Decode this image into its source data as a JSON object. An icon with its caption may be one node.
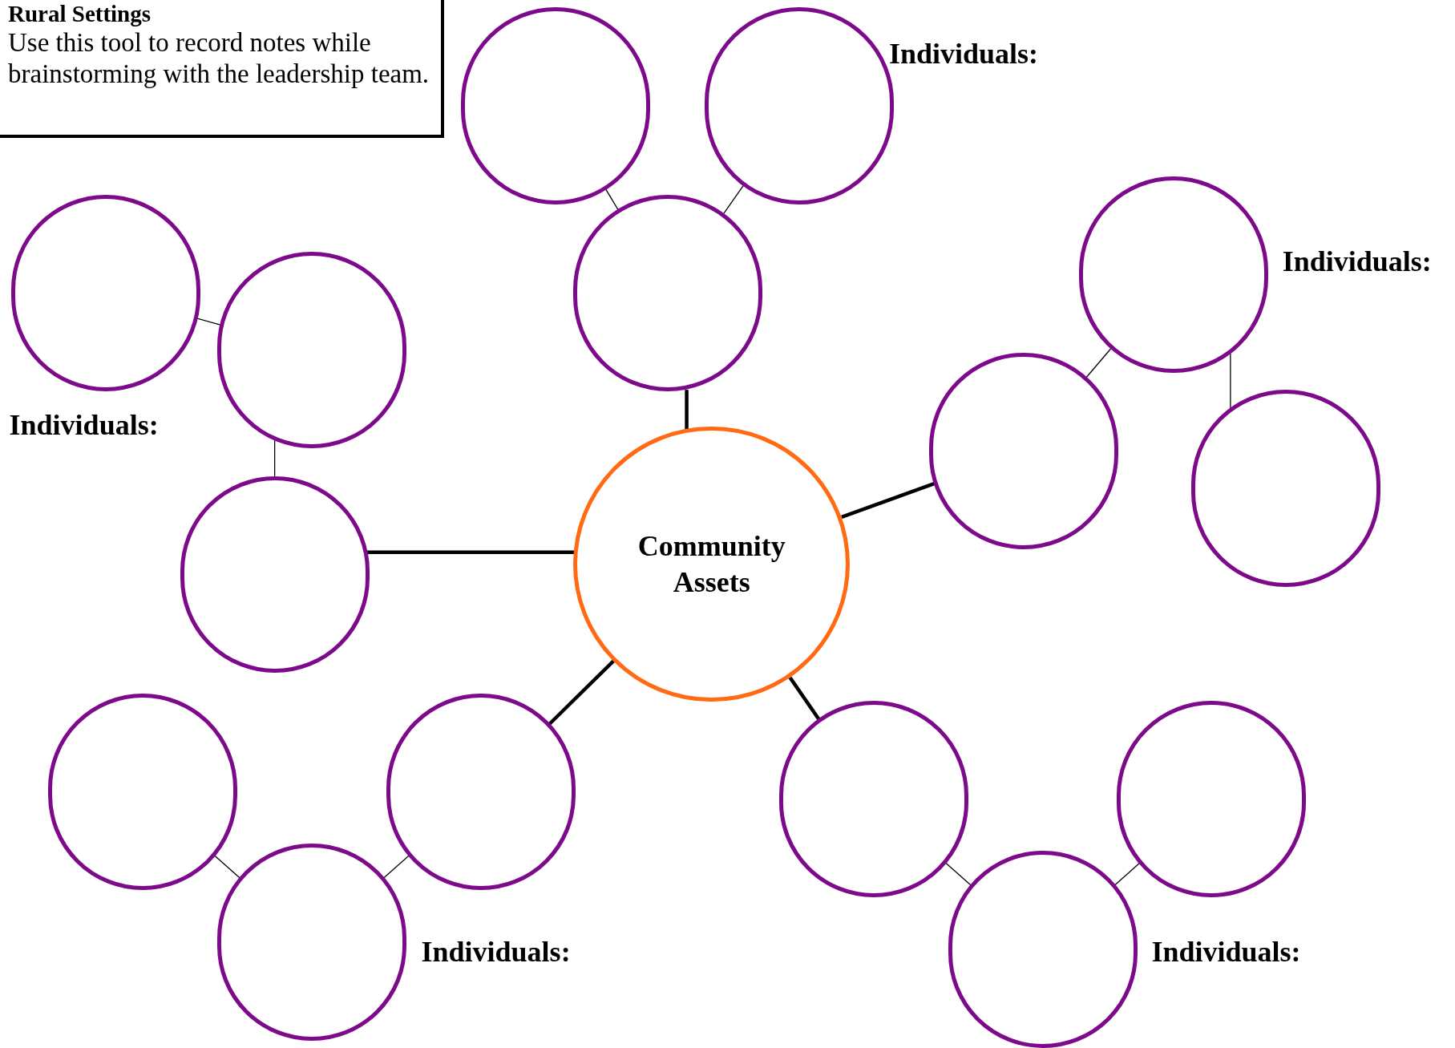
{
  "diagram": {
    "nodes": [
      {
        "text": [
          "Rural Settings",
          "Use this tool to record notes while brainstorming with the leadership team."
        ]
      },
      {
        "text": [
          "Community Assets"
        ]
      },
      {
        "text": [],
        "shape": "circle"
      },
      {
        "text": [],
        "shape": "circle"
      },
      {
        "text": [],
        "shape": "circle"
      },
      {
        "text": [],
        "shape": "circle"
      },
      {
        "text": [],
        "shape": "circle"
      },
      {
        "text": [],
        "shape": "circle"
      },
      {
        "text": [],
        "shape": "circle"
      },
      {
        "text": [],
        "shape": "circle"
      },
      {
        "text": [],
        "shape": "circle"
      },
      {
        "text": [],
        "shape": "circle"
      },
      {
        "text": [],
        "shape": "circle"
      },
      {
        "text": [],
        "shape": "circle"
      },
      {
        "text": [],
        "shape": "circle"
      },
      {
        "text": [],
        "shape": "circle"
      },
      {
        "text": [],
        "shape": "circle"
      }
    ],
    "edges": [
      {
        "from": 1,
        "to": 5,
        "arrow": "none",
        "style": "thick"
      },
      {
        "from": 1,
        "to": 8,
        "arrow": "none",
        "style": "thick"
      },
      {
        "from": 1,
        "to": 10,
        "arrow": "none",
        "style": "thick"
      },
      {
        "from": 1,
        "to": 11,
        "arrow": "none",
        "style": "thick"
      },
      {
        "from": 1,
        "to": 13,
        "arrow": "none",
        "style": "thick"
      },
      {
        "from": 5,
        "to": 2,
        "arrow": "none"
      },
      {
        "from": 5,
        "to": 3,
        "arrow": "none"
      },
      {
        "from": 8,
        "to": 4,
        "arrow": "none"
      },
      {
        "from": 4,
        "to": 9,
        "arrow": "none"
      },
      {
        "from": 10,
        "to": 7,
        "arrow": "none"
      },
      {
        "from": 7,
        "to": 6,
        "arrow": "none"
      },
      {
        "from": 11,
        "to": 15,
        "arrow": "none"
      },
      {
        "from": 15,
        "to": 12,
        "arrow": "none"
      },
      {
        "from": 13,
        "to": 16,
        "arrow": "none"
      },
      {
        "from": 16,
        "to": 14,
        "arrow": "none"
      }
    ],
    "labels": [
      "Individuals:",
      "Individuals:",
      "Individuals:",
      "Individuals:",
      "Individuals:"
    ]
  }
}
